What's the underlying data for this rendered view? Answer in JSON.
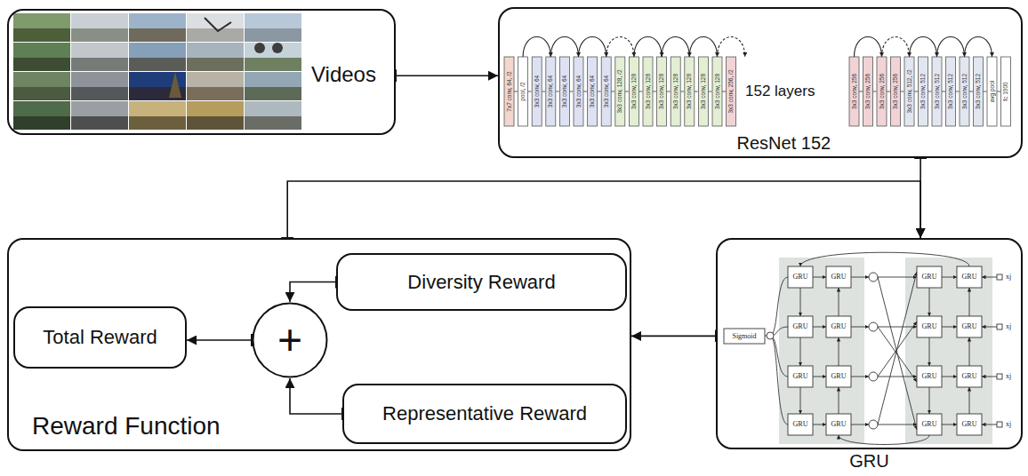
{
  "diagram": {
    "nodes": [
      {
        "text": [
          "Videos"
        ]
      },
      {
        "text": [
          "ResNet 152"
        ]
      },
      {
        "text": [
          "Reward Function"
        ]
      },
      {
        "text": [
          "Diversity Reward"
        ],
        "in": 2
      },
      {
        "text": [
          "Total Reward"
        ],
        "in": 2
      },
      {
        "text": [
          "+"
        ],
        "in": 2
      },
      {
        "text": [
          "Representative Reward"
        ],
        "in": 2
      },
      {
        "text": [
          "GRU"
        ]
      }
    ],
    "edges": [
      {
        "from": 0,
        "to": 1,
        "arrow": "to"
      },
      {
        "from": 1,
        "to": 7,
        "arrow": "to"
      },
      {
        "from": 2,
        "to": 7,
        "arrow": "to"
      },
      {
        "from": 7,
        "to": 2,
        "arrow": "to"
      },
      {
        "from": 3,
        "to": 5,
        "arrow": "to"
      },
      {
        "from": 6,
        "to": 5,
        "arrow": "to"
      },
      {
        "from": 5,
        "to": 4,
        "arrow": "to"
      }
    ],
    "labels": [
      "7x7 conv, 64, /2",
      "pool, /2",
      "3x3 conv, 64",
      "3x3 conv, 64",
      "3x3 conv, 64",
      "3x3 conv, 64",
      "3x3 conv, 64",
      "3x3 conv, 64",
      "3x3 conv, 128, /2",
      "3x3 conv, 128",
      "3x3 conv, 128",
      "3x3 conv, 128",
      "3x3 conv, 128",
      "3x3 conv, 128",
      "3x3 conv, 128",
      "3x3 conv, 128",
      "3x3 conv, 256, /2",
      "152 layers",
      "3x3 conv, 256",
      "3x3 conv, 256",
      "3x3 conv, 256",
      "3x3 conv, 256",
      "3x3 conv, 512, /2",
      "3x3 conv, 512",
      "3x3 conv, 512",
      "3x3 conv, 512",
      "3x3 conv, 512",
      "3x3 conv, 512",
      "avg pool",
      "fc 1000",
      "Sigmoid",
      "GRU",
      "GRU",
      "GRU",
      "GRU",
      "GRU",
      "GRU",
      "GRU",
      "GRU",
      "GRU",
      "GRU",
      "GRU",
      "GRU",
      "GRU",
      "GRU",
      "GRU",
      "GRU",
      "xj",
      "xj",
      "xj",
      "xj"
    ]
  }
}
